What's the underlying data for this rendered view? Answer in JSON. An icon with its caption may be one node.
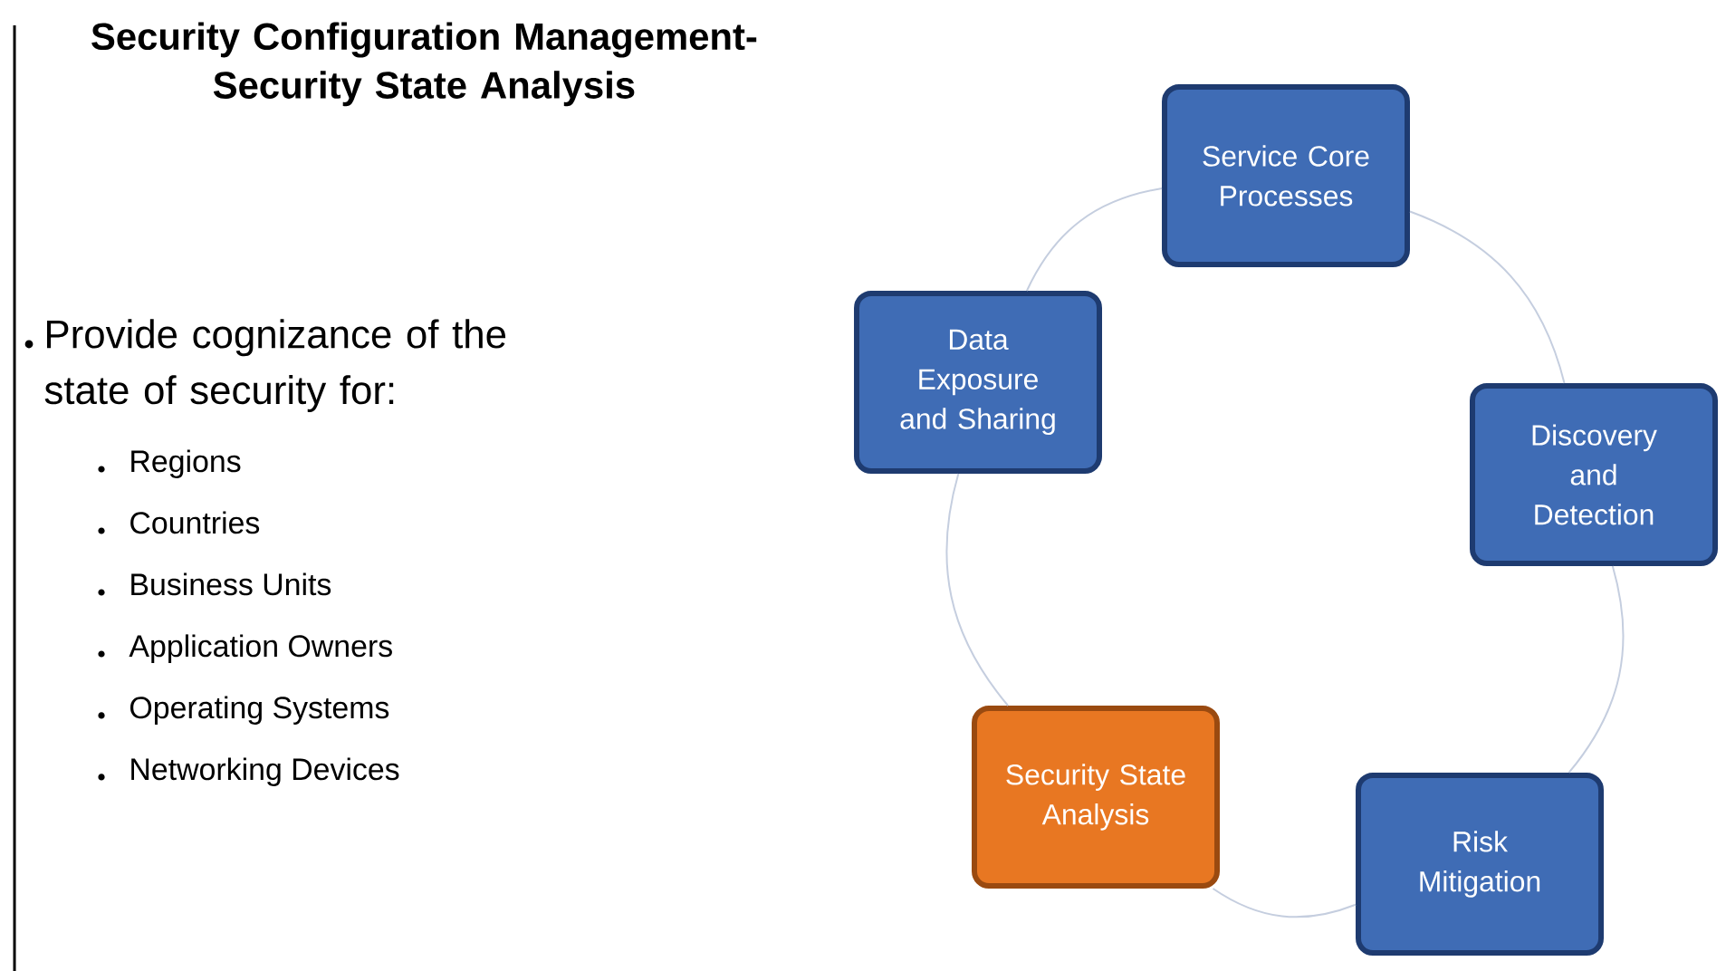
{
  "diagram": {
    "title": "Security Configuration Management- Security State Analysis",
    "nodes": [
      {
        "text": [
          "Service Core Processes"
        ]
      },
      {
        "text": [
          "Data Exposure and Sharing"
        ]
      },
      {
        "text": [
          "Discovery and Detection"
        ]
      },
      {
        "text": [
          "Security State Analysis"
        ]
      },
      {
        "text": [
          "Risk Mitigation"
        ]
      }
    ],
    "edges": [
      {
        "from": 0,
        "to": 2,
        "arrow": "none"
      },
      {
        "from": 2,
        "to": 4,
        "arrow": "none"
      },
      {
        "from": 4,
        "to": 3,
        "arrow": "none"
      },
      {
        "from": 3,
        "to": 1,
        "arrow": "none"
      },
      {
        "from": 1,
        "to": 0,
        "arrow": "none"
      }
    ],
    "labels": [
      "Provide cognizance of the state of security for:",
      "Regions",
      "Countries",
      "Business Units",
      "Application Owners",
      "Operating Systems",
      "Networking Devices"
    ]
  }
}
